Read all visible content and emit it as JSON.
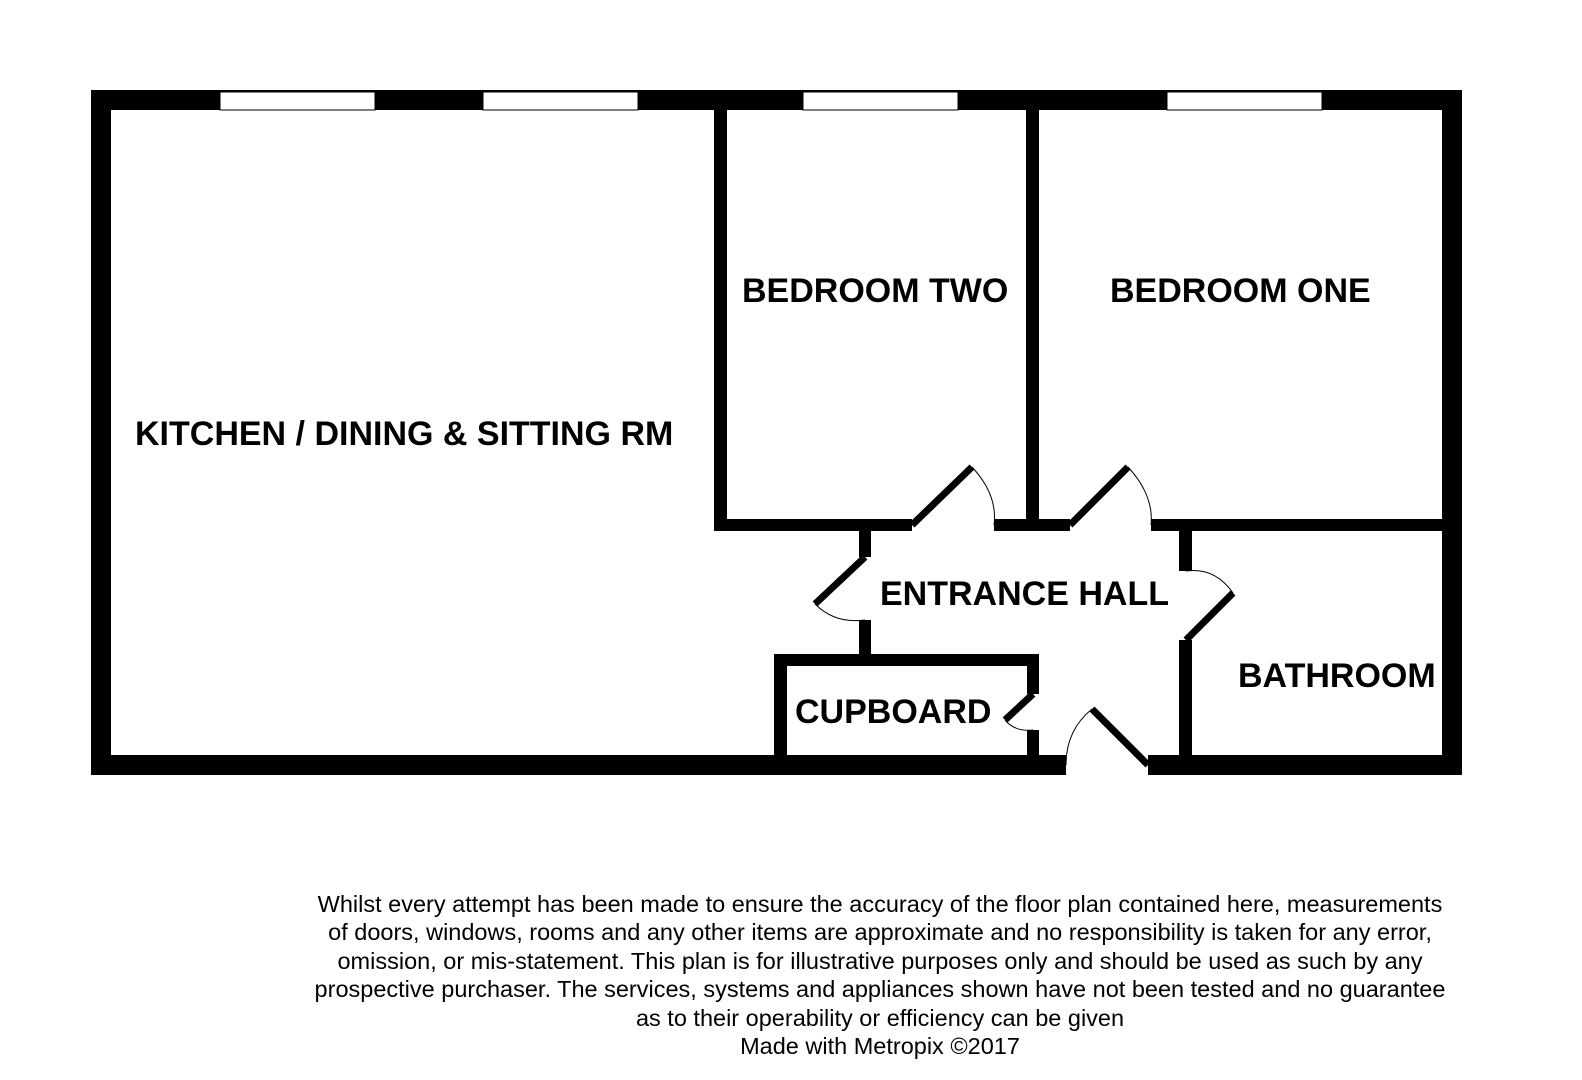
{
  "rooms": {
    "kitchen": "KITCHEN / DINING & SITTING RM",
    "bedroom_two": "BEDROOM TWO",
    "bedroom_one": "BEDROOM ONE",
    "entrance_hall": "ENTRANCE HALL",
    "bathroom": "BATHROOM",
    "cupboard": "CUPBOARD"
  },
  "disclaimer": {
    "lines": [
      "Whilst every attempt has been made to ensure the accuracy of the floor plan contained here, measurements",
      "of doors, windows, rooms and any other items are approximate and no responsibility is taken for any error,",
      "omission, or mis-statement. This plan is for illustrative purposes only and should be used as such by any",
      "prospective purchaser. The services, systems and appliances shown have not been tested and no guarantee",
      "as to their operability or efficiency can be given"
    ],
    "credit": "Made with Metropix ©2017"
  },
  "colors": {
    "wall": "#000000",
    "background": "#ffffff"
  }
}
